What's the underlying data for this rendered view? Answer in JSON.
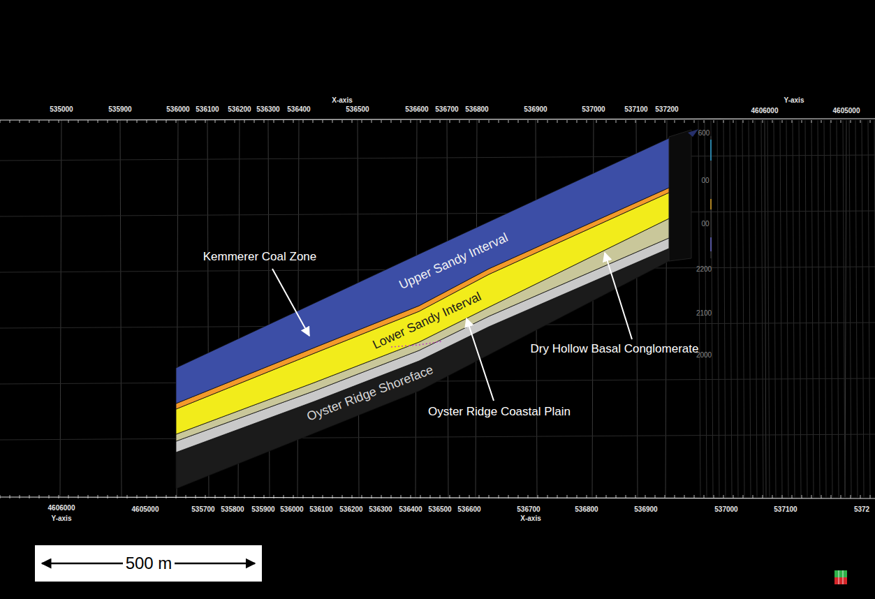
{
  "diagram": {
    "labels": [
      "X-axis",
      "Y-axis",
      "535000",
      "535900",
      "536000",
      "536100",
      "536200",
      "536300",
      "536400",
      "536500",
      "536600",
      "536700",
      "536800",
      "536900",
      "537000",
      "537100",
      "537200",
      "4606000",
      "4605000",
      "600",
      "00",
      "00",
      "2200",
      "2100",
      "2000",
      "Kemmerer Coal Zone",
      "Upper Sandy Interval",
      "Lower Sandy Interval",
      "Dry Hollow Basal Conglomerate",
      "Oyster Ridge Shoreface",
      "Oyster Ridge Coastal Plain",
      "4606000",
      "Y-axis",
      "4605000",
      "535700",
      "535800",
      "535900",
      "536000",
      "536100",
      "536200",
      "536300",
      "536400",
      "536500",
      "536600",
      "536700",
      "536800",
      "536900",
      "537000",
      "537100",
      "5372",
      "X-axis",
      "500 m"
    ]
  }
}
